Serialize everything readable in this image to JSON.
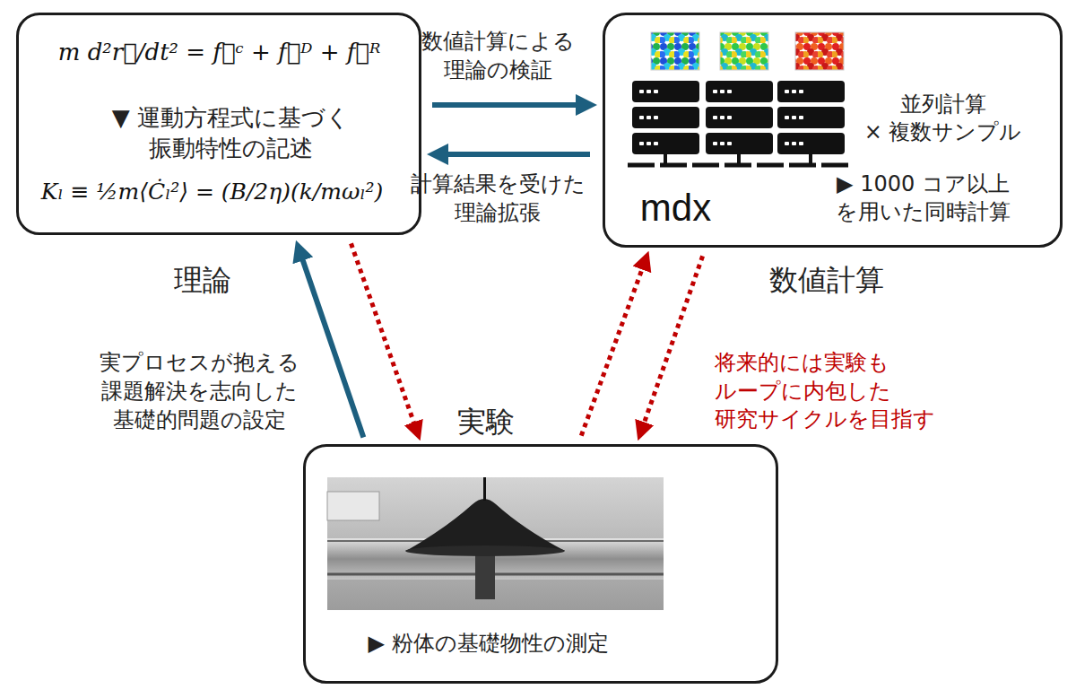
{
  "diagram": {
    "nodes": [
      {
        "text": [
          "理論",
          "m d²r⃗/dt² = f⃗ᶜ + f⃗ᴰ + f⃗ᴿ",
          "▼ 運動方程式に基づく 振動特性の記述",
          "Kₗ ≡ ½m⟨Ċₗ²⟩ = (B/2η)(k/mωₗ²)"
        ]
      },
      {
        "text": [
          "数値計算",
          "並列計算 × 複数サンプル",
          "mdx",
          "▶ 1000 コア以上 を用いた同時計算"
        ]
      },
      {
        "text": [
          "実験",
          "▶ 粉体の基礎物性の測定"
        ]
      }
    ],
    "edges": [
      {
        "from": 0,
        "to": 1,
        "label": "数値計算による 理論の検証",
        "arrow": "to"
      },
      {
        "from": 1,
        "to": 0,
        "label": "計算結果を受けた 理論拡張",
        "arrow": "to"
      },
      {
        "from": 2,
        "to": 0,
        "label": "実プロセスが抱える 課題解決を志向した 基礎的問題の設定",
        "arrow": "to"
      },
      {
        "from": 0,
        "to": 2,
        "arrow": "to"
      },
      {
        "from": 2,
        "to": 1,
        "arrow": "to"
      },
      {
        "from": 1,
        "to": 2,
        "arrow": "to"
      }
    ],
    "labels": [
      "将来的には実験も ループに内包した 研究サイクルを目指す"
    ]
  }
}
